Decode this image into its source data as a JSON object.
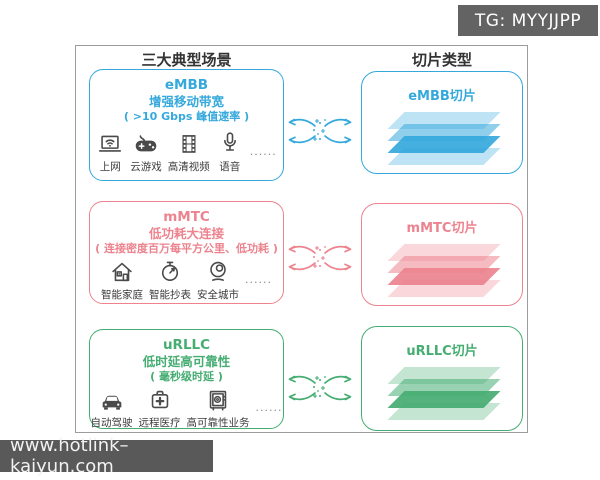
{
  "overlays": {
    "tg_label": "TG: MYYJJPP",
    "site_label": "www.hotlink–kaiyun.com"
  },
  "diagram": {
    "left_header": "三大典型场景",
    "right_header": "切片类型",
    "rows": [
      {
        "key": "embb",
        "accent": "#35a8dc",
        "title": "eMBB",
        "subtitle": "增强移动带宽",
        "detail": "( >10 Gbps 峰值速率 )",
        "ellipsis": "......",
        "slice_label": "eMBB切片",
        "items": [
          {
            "icon": "laptop-wifi-icon",
            "label": "上网"
          },
          {
            "icon": "gamepad-icon",
            "label": "云游戏"
          },
          {
            "icon": "film-icon",
            "label": "高清视频"
          },
          {
            "icon": "microphone-icon",
            "label": "语音"
          }
        ]
      },
      {
        "key": "mmtc",
        "accent": "#ec838e",
        "title": "mMTC",
        "subtitle": "低功耗大连接",
        "detail": "( 连接密度百万每平方公里、低功耗 )",
        "ellipsis": "......",
        "slice_label": "mMTC切片",
        "items": [
          {
            "icon": "smart-home-icon",
            "label": "智能家庭"
          },
          {
            "icon": "meter-icon",
            "label": "智能抄表"
          },
          {
            "icon": "camera-icon",
            "label": "安全城市"
          }
        ]
      },
      {
        "key": "urllc",
        "accent": "#45ad72",
        "title": "uRLLC",
        "subtitle": "低时延高可靠性",
        "detail": "( 毫秒级时延 )",
        "ellipsis": "......",
        "slice_label": "uRLLC切片",
        "items": [
          {
            "icon": "car-icon",
            "label": "自动驾驶"
          },
          {
            "icon": "medical-kit-icon",
            "label": "远程医疗"
          },
          {
            "icon": "safe-icon",
            "label": "高可靠性业务"
          }
        ]
      }
    ]
  }
}
